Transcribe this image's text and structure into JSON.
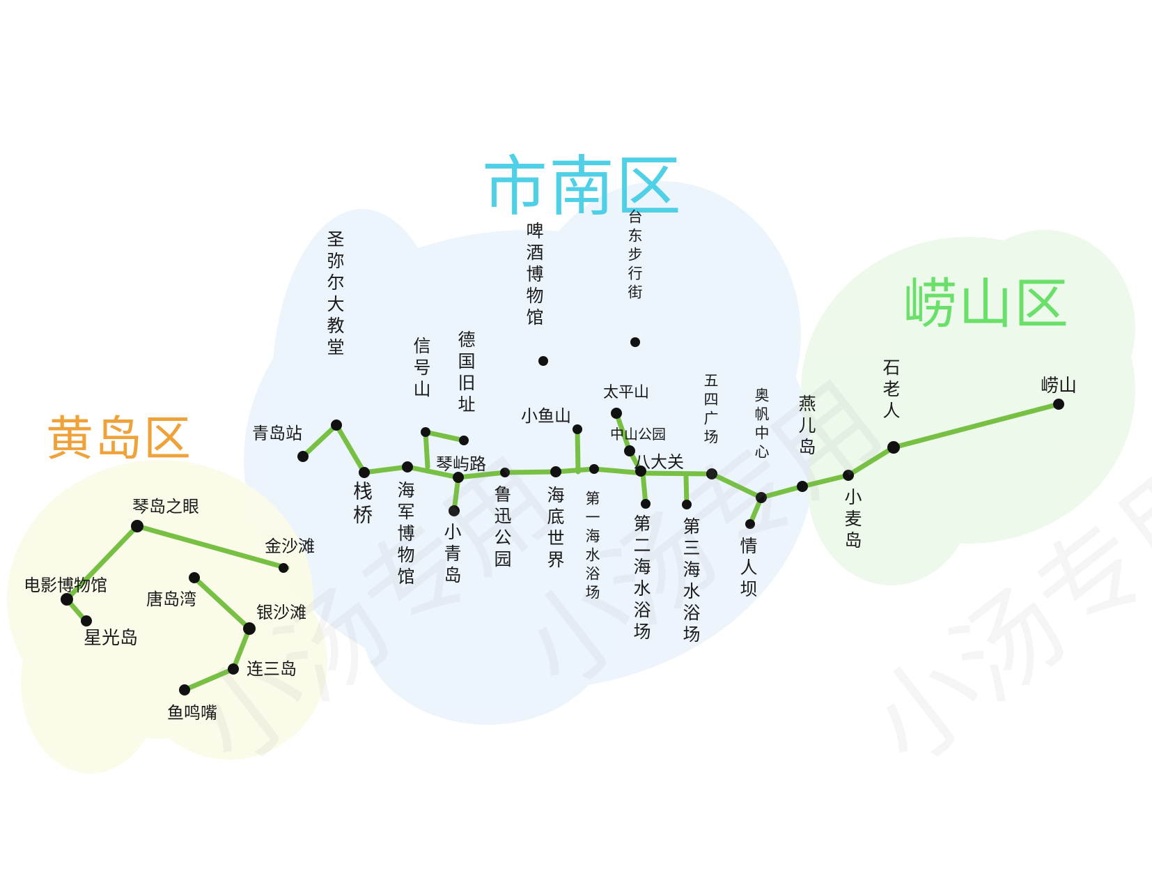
{
  "districts": {
    "shinan": {
      "label": "市南区",
      "color": "#4fd0e6"
    },
    "huangdao": {
      "label": "黄岛区",
      "color": "#f0a23a"
    },
    "laoshan": {
      "label": "崂山区",
      "color": "#6ae06a"
    }
  },
  "watermark": "小汤专用",
  "route_color": "#77c043",
  "stations": {
    "qingdao_zhan": "青岛站",
    "shengmier": "圣弥尔大教堂",
    "zhanqiao": "栈桥",
    "haijun": "海军博物馆",
    "xinhaoshan": "信号山",
    "deguo": "德国旧址",
    "qinyu": "琴屿路",
    "xiaoqingdao": "小青岛",
    "luxun": "鲁迅公园",
    "pijiu": "啤酒博物馆",
    "xiaoyushan": "小鱼山",
    "haidi": "海底世界",
    "di1": "第一海水浴场",
    "taidong": "台东步行街",
    "taipingshan": "太平山",
    "zhongshan": "中山公园",
    "badaguan": "八大关",
    "di2": "第二海水浴场",
    "di3": "第三海水浴场",
    "wusi": "五四广场",
    "aofan": "奥帆中心",
    "qingrenba": "情人坝",
    "yaner": "燕儿岛",
    "xiaomai": "小麦岛",
    "shilaoren": "石老人",
    "laoshan": "崂山",
    "qindao": "琴岛之眼",
    "jinshatan": "金沙滩",
    "dianying": "电影博物馆",
    "xingguang": "星光岛",
    "tangdaowan": "唐岛湾",
    "yinshatan": "银沙滩",
    "liansan": "连三岛",
    "yuming": "鱼鸣嘴"
  }
}
